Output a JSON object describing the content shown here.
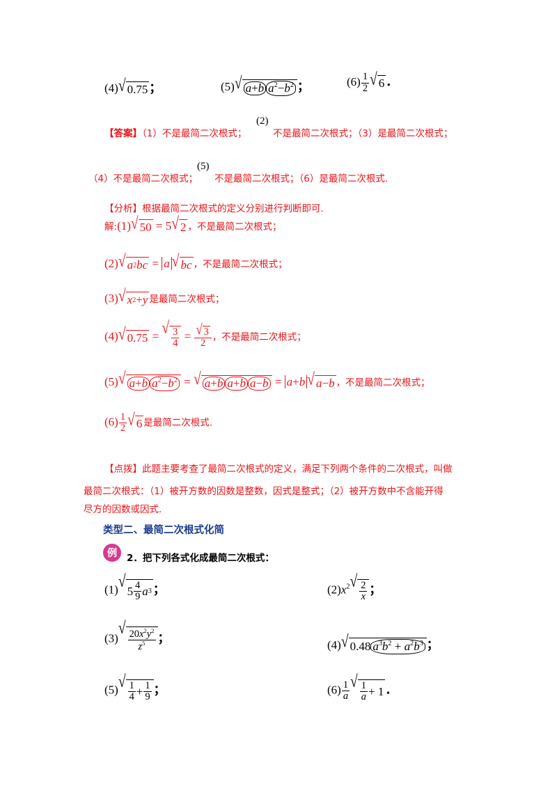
{
  "top_row": {
    "item4": "(4)",
    "item4_val": "0.75",
    "semi": "；",
    "item5": "(5)",
    "item6": "(6)",
    "item6_sqrt": "6",
    "period": "．"
  },
  "answer": {
    "label": "【答案】",
    "line1_a": "（1）不是最简二次根式；",
    "line1_b": "(2)",
    "line1_c": "不是最简二次根式；（3）是最简二次根式；",
    "line2_a": "（4）不是最简二次根式；",
    "line2_b": "(5)",
    "line2_c": "不是最简二次根式；（6）是最简二次根式."
  },
  "analysis": {
    "label": "【分析】",
    "text": "根据最简二次根式的定义分别进行判断即可.",
    "solution_prefix": "解:",
    "s1_tail": "，不是最简二次根式；",
    "s2_tail": "，不是最简二次根式；",
    "s3_tail": "是最简二次根式；",
    "s4_tail": "，不是最简二次根式；",
    "s5_tail": "，不是最简二次根式；",
    "s6_tail": "是最简二次根式."
  },
  "comment": {
    "label": "【点拨】",
    "line1": "此题主要考查了最简二次根式的定义，满足下列两个条件的二次根式，叫做",
    "line2": "最简二次根式：（1）被开方数的因数是整数，因式是整式；（2）被开方数中不含能开得",
    "line3": "尽方的因数或因式."
  },
  "section": {
    "title": "类型二、最简二次根式化简",
    "badge": "例",
    "problem": "2．把下列各式化成最简二次根式："
  },
  "problems": {
    "p1": "(1)",
    "p2": "(2)",
    "p3": "(3)",
    "p4": "(4)",
    "p5": "(5)",
    "p6": "(6)",
    "semi": "；",
    "period": "．"
  },
  "colors": {
    "answer_red": "#e8141a",
    "heading_blue": "#1c3c8c",
    "badge_pink": "#d63a8f"
  }
}
